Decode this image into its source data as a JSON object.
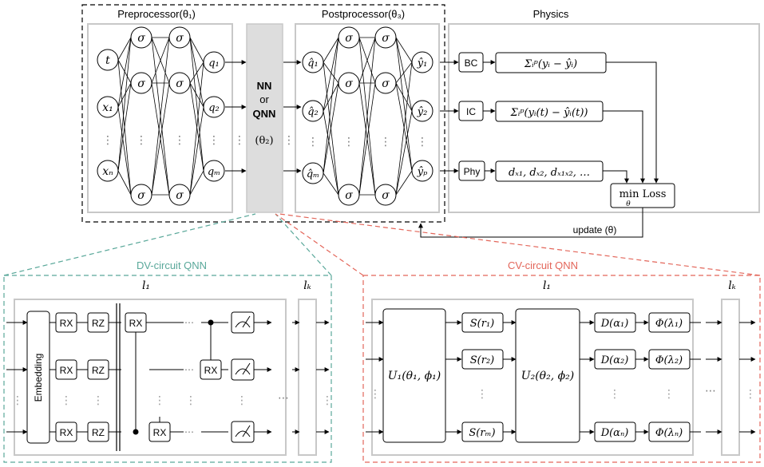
{
  "top": {
    "preprocessor_title": "Preprocessor",
    "preprocessor_param": "(θ₁)",
    "postprocessor_title": "Postprocessor",
    "postprocessor_param": "(θ₃)",
    "physics_title": "Physics",
    "nn_label": "NN",
    "or_label": "or",
    "qnn_label": "QNN",
    "nn_param": "(θ₂)",
    "inputs": [
      "t",
      "x₁",
      "⋮",
      "xₙ"
    ],
    "sigma": "σ",
    "pre_outputs": [
      "q₁",
      "q₂",
      "qₘ"
    ],
    "post_inputs": [
      "q̂₁",
      "q̂₂",
      "q̂ₘ"
    ],
    "post_outputs": [
      "ŷ₁",
      "ŷ₂",
      "ŷₚ"
    ],
    "boxes": [
      "BC",
      "IC",
      "Phy"
    ],
    "bc_formula": "Σᵢᵖ(yᵢ − ŷᵢ)",
    "ic_formula": "Σᵢᵖ(yᵢ(t) − ŷᵢ(t))",
    "phy_formula": "dₓ₁, dₓ₂, dₓ₁ₓ₂, …",
    "loss_label": "min Loss",
    "loss_sub": "θ",
    "update_label": "update (θ)",
    "dots_v": "⋮",
    "dots_h": "⋯"
  },
  "dv": {
    "title": "DV-circuit QNN",
    "layer_first": "l₁",
    "layer_last": "lₖ",
    "embedding": "Embedding",
    "rx": "RX",
    "rz": "RZ"
  },
  "cv": {
    "title": "CV-circuit QNN",
    "layer_first": "l₁",
    "layer_last": "lₖ",
    "u1": "U₁(θ₁, ϕ₁)",
    "u2": "U₂(θ₂, ϕ₂)",
    "s": [
      "S(r₁)",
      "S(r₂)",
      "S(rₘ)"
    ],
    "d": [
      "D(α₁)",
      "D(α₂)",
      "D(αₙ)"
    ],
    "phi": [
      "Φ(λ₁)",
      "Φ(λ₂)",
      "Φ(λₙ)"
    ]
  },
  "colors": {
    "dv_accent": "#5aa89a",
    "cv_accent": "#e3665a",
    "gray_box": "#c8c8c8",
    "nn_fill": "#dddddd"
  }
}
